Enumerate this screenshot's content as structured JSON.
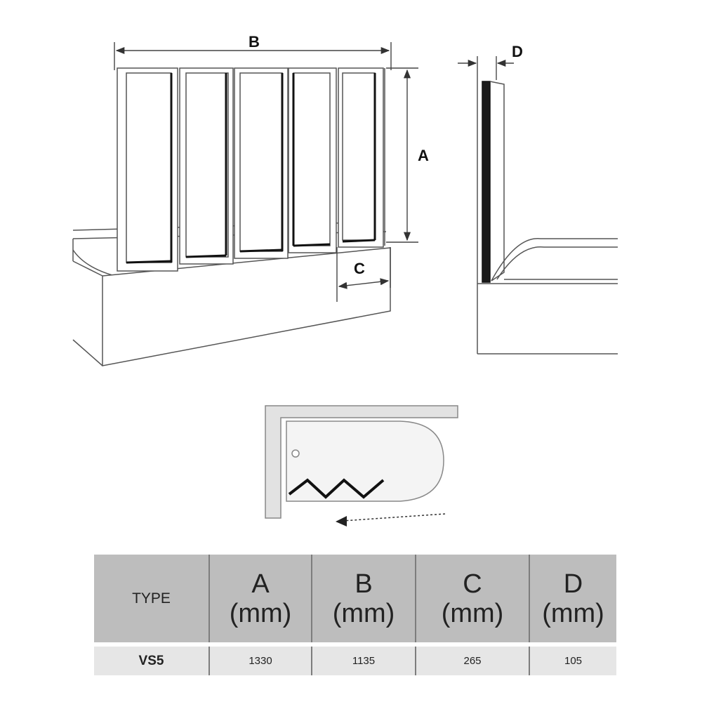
{
  "dimensions": {
    "label_a": "A",
    "label_b": "B",
    "label_c": "C",
    "label_d": "D"
  },
  "table": {
    "type_header": "TYPE",
    "columns": [
      {
        "letter": "A",
        "unit": "(mm)"
      },
      {
        "letter": "B",
        "unit": "(mm)"
      },
      {
        "letter": "C",
        "unit": "(mm)"
      },
      {
        "letter": "D",
        "unit": "(mm)"
      }
    ],
    "rows": [
      {
        "type": "VS5",
        "values": [
          "1330",
          "1135",
          "265",
          "105"
        ]
      }
    ]
  },
  "colors": {
    "line": "#555555",
    "dark_line": "#111111",
    "header_bg": "#bdbdbd",
    "row_bg": "#e6e6e6",
    "plan_fill": "#e2e2e2"
  }
}
